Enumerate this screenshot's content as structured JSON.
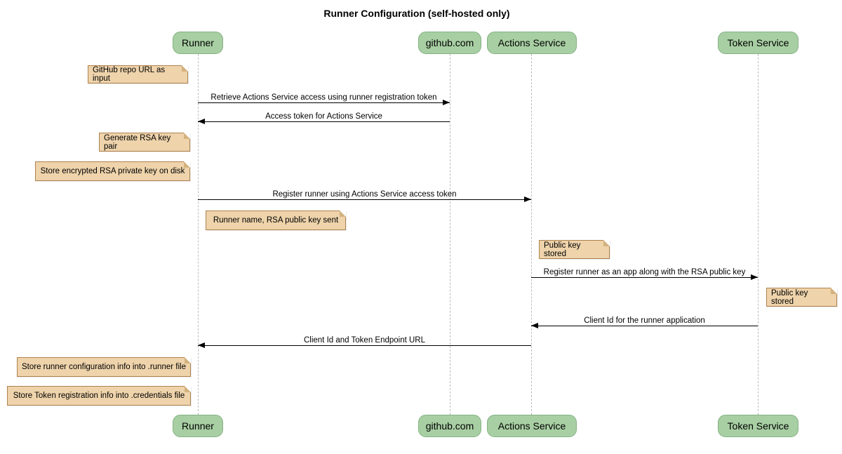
{
  "title": "Runner Configuration (self-hosted only)",
  "participants": [
    {
      "id": "runner",
      "label": "Runner"
    },
    {
      "id": "github",
      "label": "github.com"
    },
    {
      "id": "actions-service",
      "label": "Actions Service"
    },
    {
      "id": "token-service",
      "label": "Token Service"
    }
  ],
  "messages": [
    {
      "label": "Retrieve Actions Service access using runner registration token",
      "from": "Runner",
      "to": "github.com",
      "direction": "right"
    },
    {
      "label": "Access token for Actions Service",
      "from": "github.com",
      "to": "Runner",
      "direction": "left"
    },
    {
      "label": "Register runner using Actions Service access token",
      "from": "Runner",
      "to": "Actions Service",
      "direction": "right"
    },
    {
      "label": "Register runner as an app along with the RSA public key",
      "from": "Actions Service",
      "to": "Token Service",
      "direction": "right"
    },
    {
      "label": "Client Id for the runner application",
      "from": "Token Service",
      "to": "Actions Service",
      "direction": "left"
    },
    {
      "label": "Client Id and Token Endpoint URL",
      "from": "Actions Service",
      "to": "Runner",
      "direction": "left"
    }
  ],
  "notes": [
    {
      "label": "GitHub repo URL as input",
      "position": "left of Runner"
    },
    {
      "label": "Generate RSA key pair",
      "position": "left of Runner"
    },
    {
      "label": "Store encrypted RSA private key on disk",
      "position": "left of Runner"
    },
    {
      "label": "Runner name, RSA public key sent",
      "position": "right of Runner"
    },
    {
      "label": "Public key stored",
      "position": "right of Actions Service"
    },
    {
      "label": "Public key stored",
      "position": "right of Token Service"
    },
    {
      "label": "Store runner configuration info into .runner file",
      "position": "left of Runner"
    },
    {
      "label": "Store Token registration info into .credentials file",
      "position": "left of Runner"
    }
  ],
  "colors": {
    "participant_fill": "#a8cfa3",
    "participant_border": "#84b284",
    "note_fill": "#eed3ab",
    "note_border": "#b0824e",
    "note_fold": "#d3b27e",
    "lifeline": "#bcbcbc",
    "arrow": "#000000",
    "background": "#ffffff"
  }
}
